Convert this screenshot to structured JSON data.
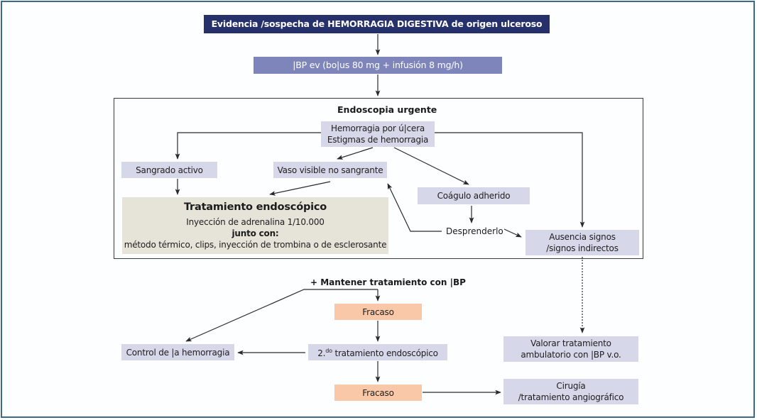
{
  "diagram": {
    "title_box": "Evidencia /sospecha de HEMORRAGIA DIGESTIVA de origen ulceroso",
    "ibp_box": "|BP ev (bo|us 80 mg + infusión 8 mg/h)",
    "endoscopy_section": {
      "title": "Endoscopia urgente",
      "hemorrhage_box": {
        "line1": "Hemorragia por ú|cera",
        "line2": "Estigmas de hemorragia"
      },
      "active_bleeding": "Sangrado activo",
      "visible_vessel": "Vaso visible no sangrante",
      "adherent_clot": "Coágulo adherido",
      "detach_label": "Desprenderlo",
      "absence_box": {
        "line1": "Ausencia signos",
        "line2": "/signos indirectos"
      },
      "endoscopic_treatment": {
        "title": "Tratamiento endoscópico",
        "line1": "Inyección de adrenalina 1/10.000",
        "line2": "junto con:",
        "line3": "método térmico, clips, inyección de trombina  o de esclerosante"
      }
    },
    "maintain_label": "+ Mantener tratamiento con |BP",
    "failure_1": "Fracaso",
    "hemorrhage_control": "Control de |a hemorragia",
    "second_treatment": {
      "prefix": "2.",
      "superscript": "do",
      "suffix": " tratamiento endoscópico"
    },
    "failure_2": "Fracaso",
    "ambulatory_box": {
      "line1": "Valorar tratamiento",
      "line2": "ambulatorio con |BP v.o."
    },
    "surgery_box": {
      "line1": "Cirugía",
      "line2": "/tratamiento angiográfico"
    }
  },
  "colors": {
    "frame": "#3d6a85",
    "title_box": "#26306b",
    "ibp_box": "#7e85ba",
    "node": "#d6d7e9",
    "treatment": "#e6e4d9",
    "failure": "#f9c8a8"
  }
}
